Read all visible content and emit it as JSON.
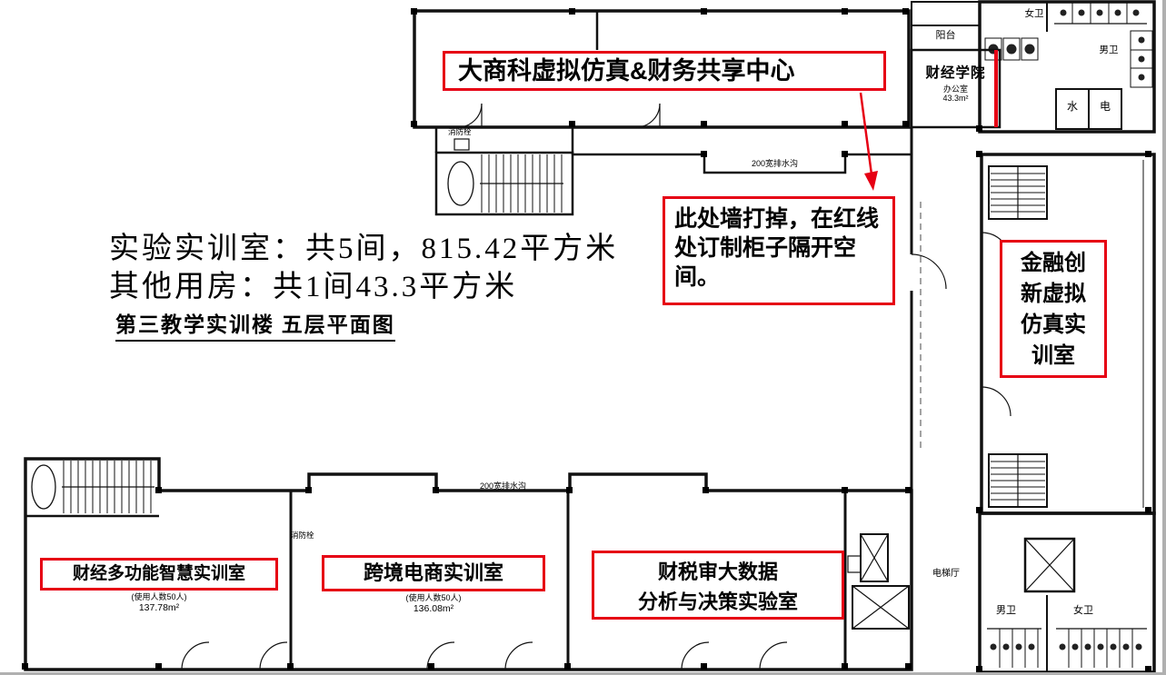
{
  "plan": {
    "stats_line1": "实验实训室：共5间，815.42平方米",
    "stats_line2": "其他用房：共1间43.3平方米",
    "title": "第三教学实训楼 五层平面图",
    "note": "此处墙打掉，在红线处订制柜子隔开空间。"
  },
  "rooms": {
    "business_center": {
      "name": "大商科虚拟仿真&财务共享中心"
    },
    "finance_school": {
      "name": "财经学院",
      "office": "办公室",
      "area": "43.3m²"
    },
    "finance_innovation": {
      "name": "金融创新虚拟仿真实训室"
    },
    "smart_training": {
      "name": "财经多功能智慧实训室",
      "capacity": "(使用人数50人)",
      "area": "137.78m²"
    },
    "cross_border": {
      "name": "跨境电商实训室",
      "capacity": "(使用人数50人)",
      "area": "136.08m²"
    },
    "big_data": {
      "line1": "财税审大数据",
      "line2": "分析与决策实验室"
    }
  },
  "labels": {
    "balcony": "阳台",
    "wc_women": "女卫",
    "wc_men": "男卫",
    "water": "水",
    "electric": "电",
    "hydrant": "消防栓",
    "drain": "200宽排水沟",
    "elevator_hall": "电梯厅"
  },
  "colors": {
    "annotation_red": "#e60014",
    "line_black": "#111111"
  }
}
